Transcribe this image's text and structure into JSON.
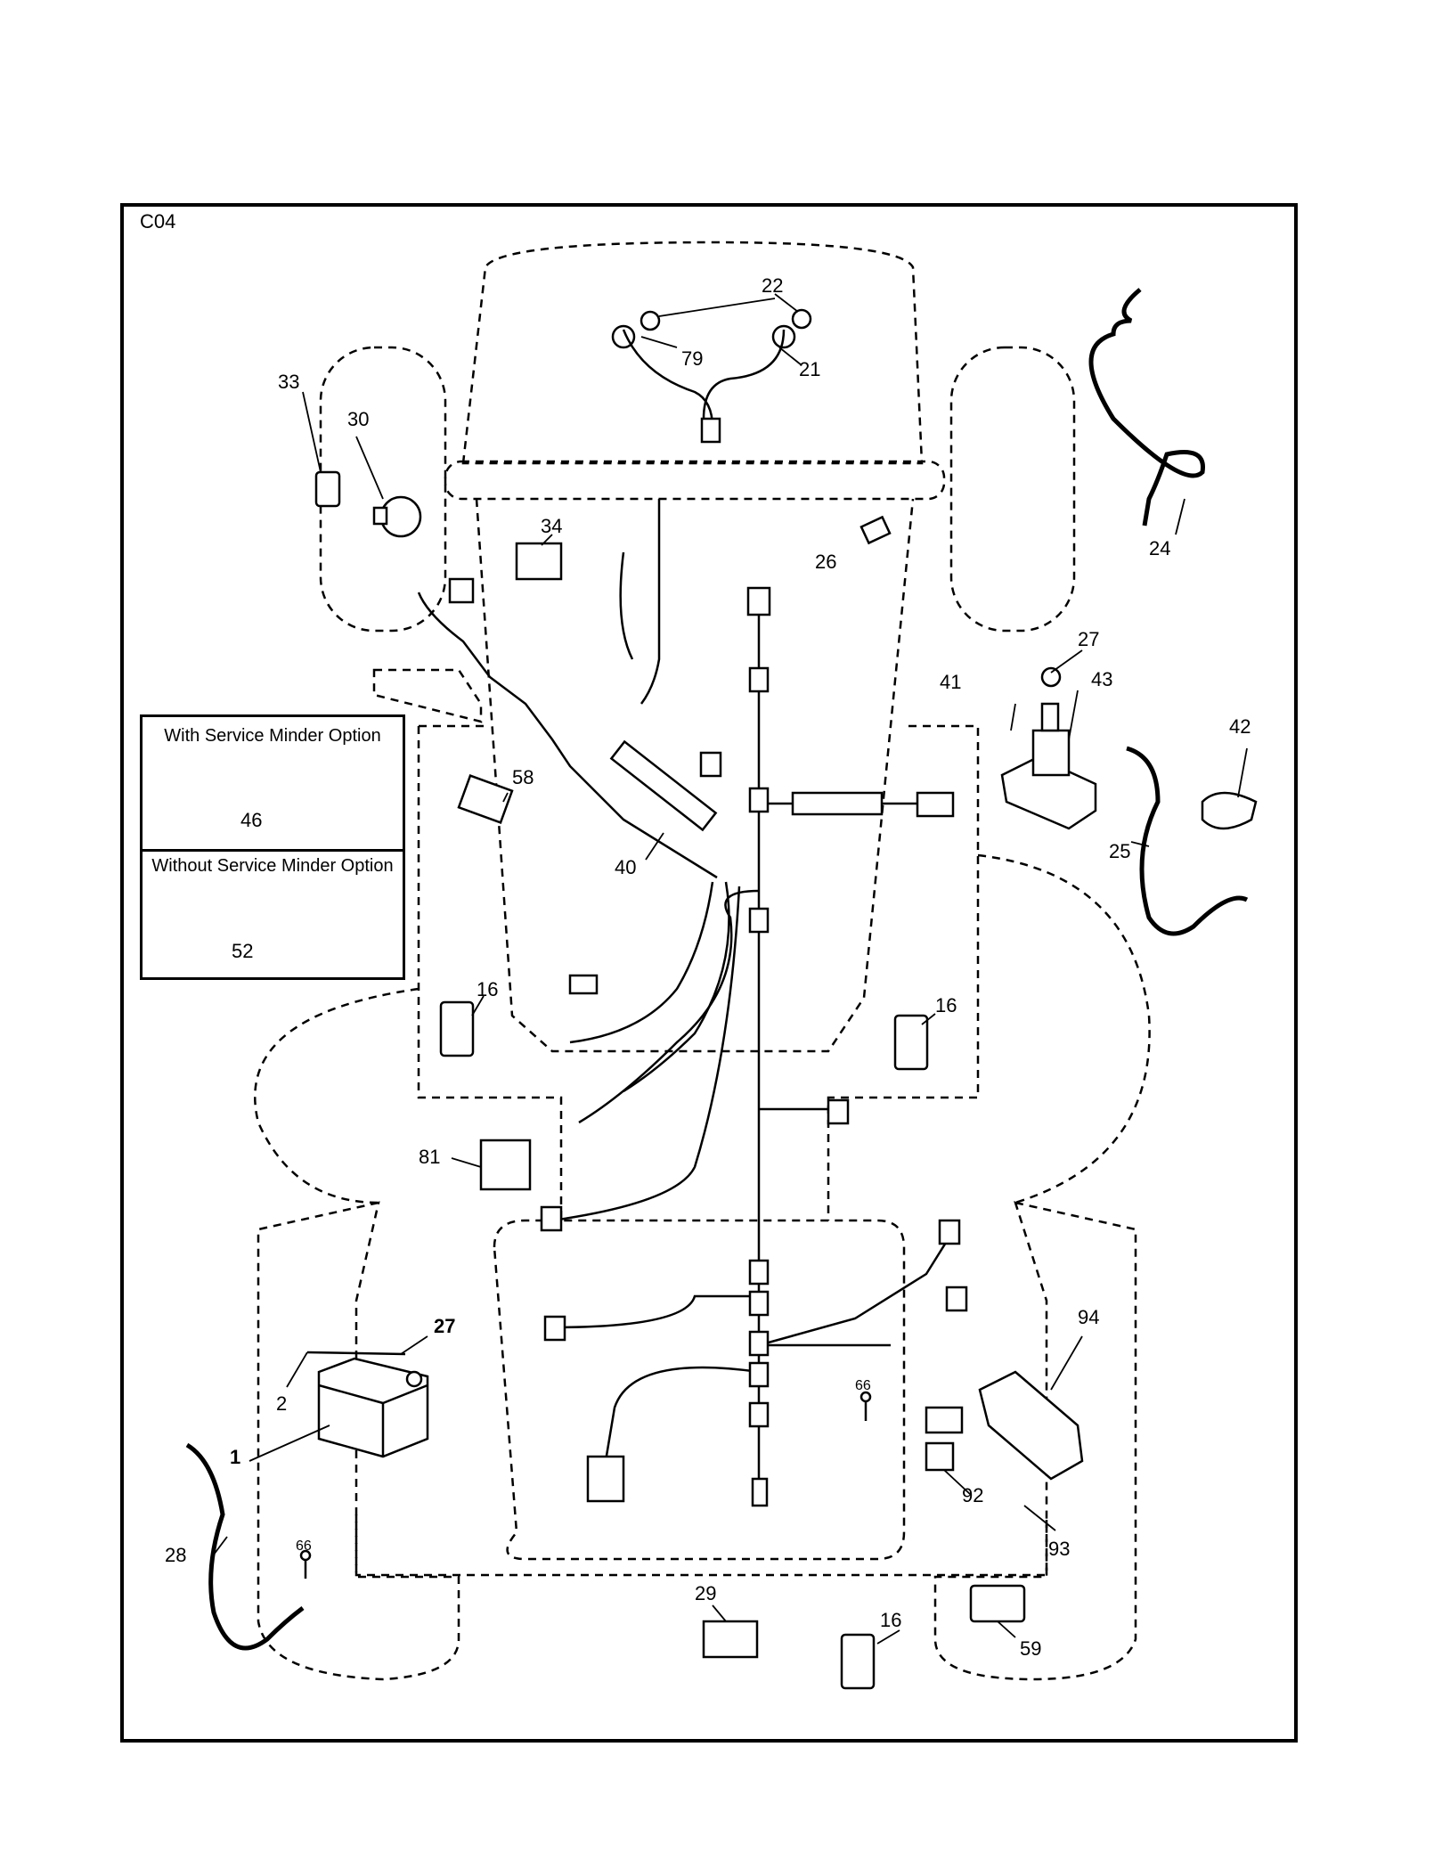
{
  "sheet_id": "C04",
  "legend": {
    "with_option": "With Service Minder Option",
    "without_option": "Without Service Minder Option",
    "with_part": "46",
    "without_part": "52"
  },
  "part_labels": {
    "p22": "22",
    "p79": "79",
    "p21": "21",
    "p33": "33",
    "p30": "30",
    "p34": "34",
    "p26": "26",
    "p24": "24",
    "p27a": "27",
    "p41": "41",
    "p43": "43",
    "p42": "42",
    "p25": "25",
    "p58": "58",
    "p40": "40",
    "p16a": "16",
    "p16b": "16",
    "p16c": "16",
    "p81": "81",
    "p27b": "27",
    "p2": "2",
    "p1": "1",
    "p28": "28",
    "p66a": "66",
    "p66b": "66",
    "p94": "94",
    "p92": "92",
    "p93": "93",
    "p29": "29",
    "p59": "59"
  }
}
